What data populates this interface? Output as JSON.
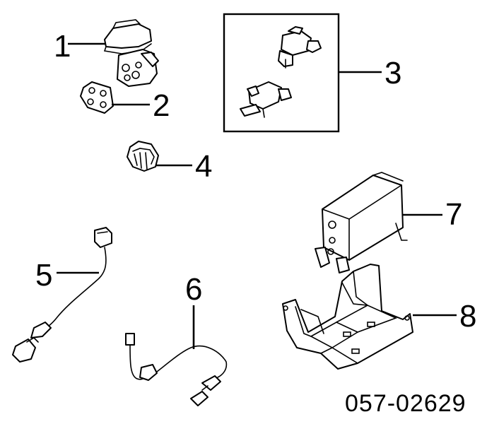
{
  "callouts": {
    "c1": "1",
    "c2": "2",
    "c3": "3",
    "c4": "4",
    "c5": "5",
    "c6": "6",
    "c7": "7",
    "c8": "8"
  },
  "reference_code": "057-02629",
  "colors": {
    "line": "#000000",
    "background": "#ffffff"
  }
}
